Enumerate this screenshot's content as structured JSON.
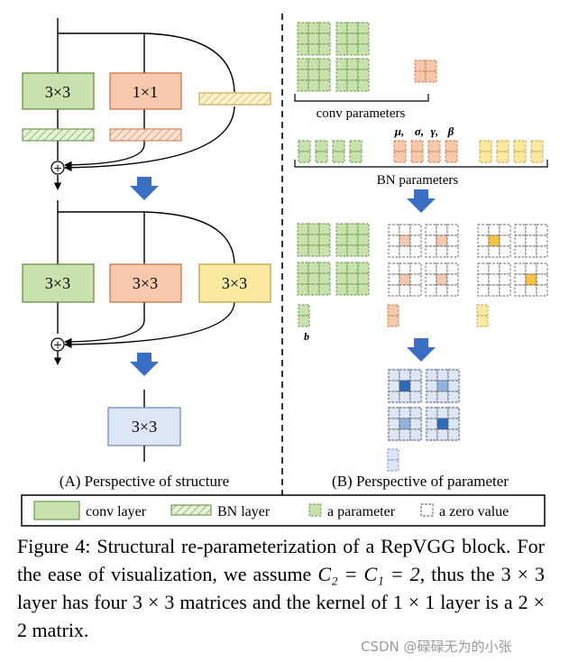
{
  "panel_a": {
    "blocks": {
      "top_conv3": "3×3",
      "top_conv1": "1×1",
      "mid_a": "3×3",
      "mid_b": "3×3",
      "mid_c": "3×3",
      "bottom": "3×3"
    },
    "plus_symbol": "+",
    "label": "(A) Perspective of structure"
  },
  "panel_b": {
    "conv_params_label": "conv parameters",
    "bn_params_label": "BN parameters",
    "bn_symbols": [
      "μ,",
      "σ,",
      "γ,",
      "β"
    ],
    "bias_label": "b",
    "label": "(B) Perspective of parameter"
  },
  "legend": {
    "conv": "conv layer",
    "bn": "BN layer",
    "param": "a parameter",
    "zero": "a zero value"
  },
  "colors": {
    "green": "#c8e1ad",
    "green_stroke": "#5a8a3a",
    "salmon": "#f6c9ad",
    "salmon_stroke": "#c07040",
    "yellow": "#fce9a0",
    "yellow_stroke": "#b89a3a",
    "blue_box": "#dce6f5",
    "blue_dark": "#2e6cb8",
    "blue_light": "#8fb3e0",
    "arrow": "#3b6fc5"
  },
  "caption": {
    "prefix": "Figure 4:  Structural re-parameterization of a RepVGG block. For the ease of visualization, we assume ",
    "math": "C₂ = C₁ = 2",
    "suffix": ", thus the 3 × 3 layer has four 3 × 3 matrices and the kernel of 1 × 1 layer is a 2 × 2 matrix."
  },
  "watermark": "CSDN @碌碌无为的小张"
}
